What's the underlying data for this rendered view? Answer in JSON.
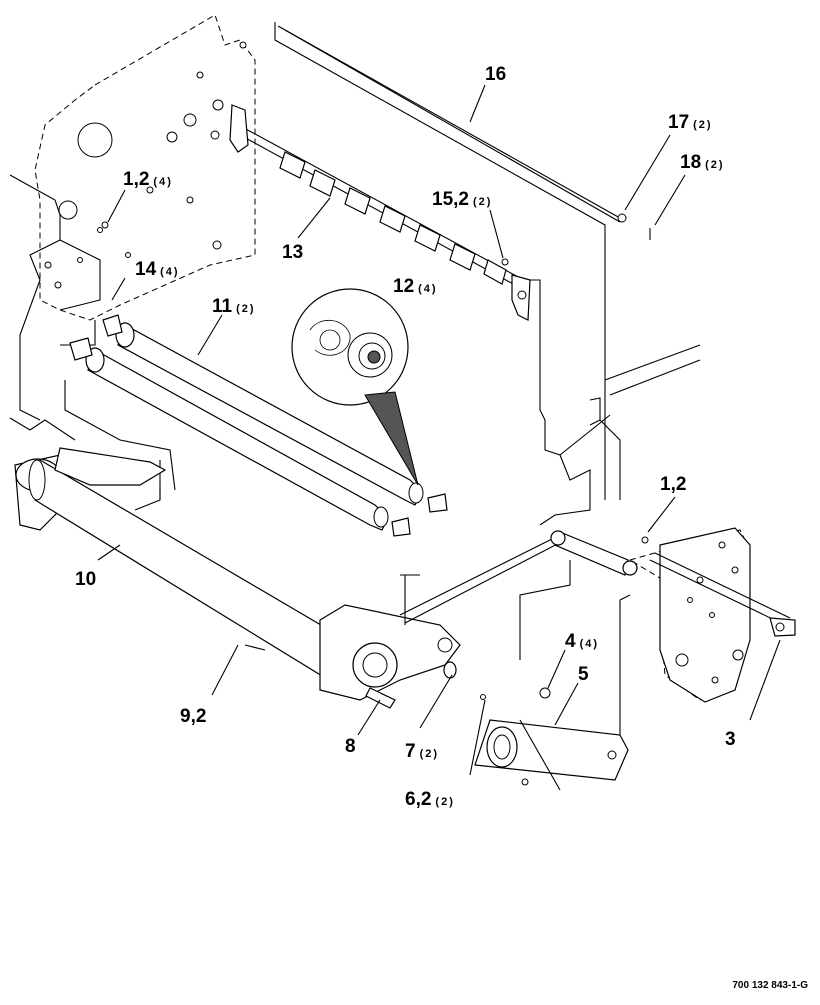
{
  "callouts": [
    {
      "num": "16",
      "qty": ""
    },
    {
      "num": "17",
      "qty": "(2)"
    },
    {
      "num": "18",
      "qty": "(2)"
    },
    {
      "num": "1,2",
      "qty": "(4)"
    },
    {
      "num": "15,2",
      "qty": "(2)"
    },
    {
      "num": "13",
      "qty": ""
    },
    {
      "num": "14",
      "qty": "(4)"
    },
    {
      "num": "12",
      "qty": "(4)"
    },
    {
      "num": "11",
      "qty": "(2)"
    },
    {
      "num": "1,2",
      "qty": ""
    },
    {
      "num": "10",
      "qty": ""
    },
    {
      "num": "4",
      "qty": "(4)"
    },
    {
      "num": "5",
      "qty": ""
    },
    {
      "num": "9,2",
      "qty": ""
    },
    {
      "num": "8",
      "qty": ""
    },
    {
      "num": "7",
      "qty": "(2)"
    },
    {
      "num": "3",
      "qty": ""
    },
    {
      "num": "6,2",
      "qty": "(2)"
    }
  ],
  "drawing_ref": "700 132 843-1-G",
  "colors": {
    "line": "#000000",
    "background": "#ffffff",
    "shade": "#d9d9d9"
  }
}
